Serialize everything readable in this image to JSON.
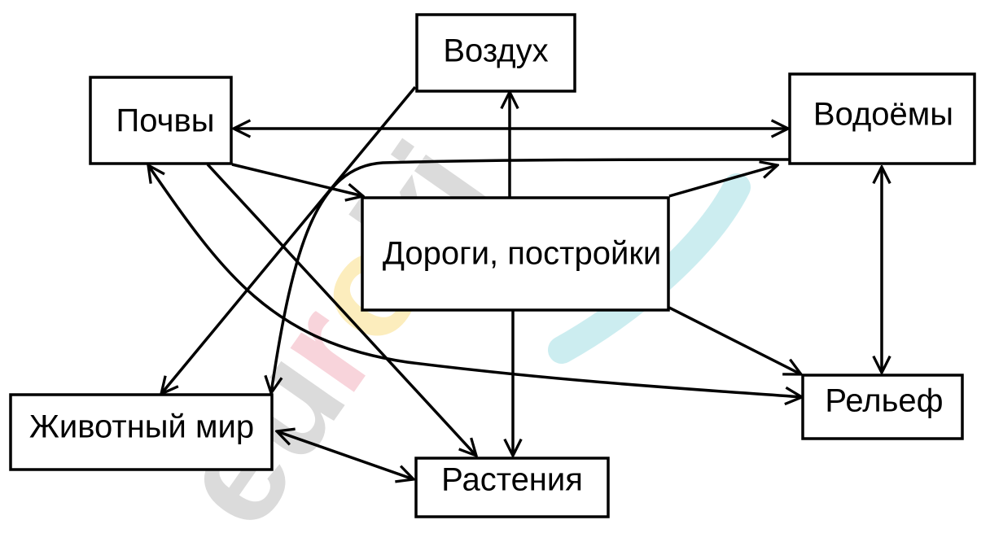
{
  "watermark": {
    "letters": [
      {
        "char": "e",
        "color": "#cfcfcf"
      },
      {
        "char": "u",
        "color": "#cfcfcf"
      },
      {
        "char": "r",
        "color": "#f6c6cf"
      },
      {
        "char": "o",
        "color": "#fbe7a8"
      },
      {
        "char": "k",
        "color": "#cfcfcf"
      },
      {
        "char": "i",
        "color": "#cfcfcf"
      }
    ],
    "accent_color": "#bfe8ec"
  },
  "nodes": {
    "air": "Воздух",
    "soils": "Почвы",
    "water_bodies": "Водоёмы",
    "roads": "Дороги, постройки",
    "animals": "Животный мир",
    "plants": "Растения",
    "relief": "Рельеф"
  },
  "edge_color": "#000000"
}
